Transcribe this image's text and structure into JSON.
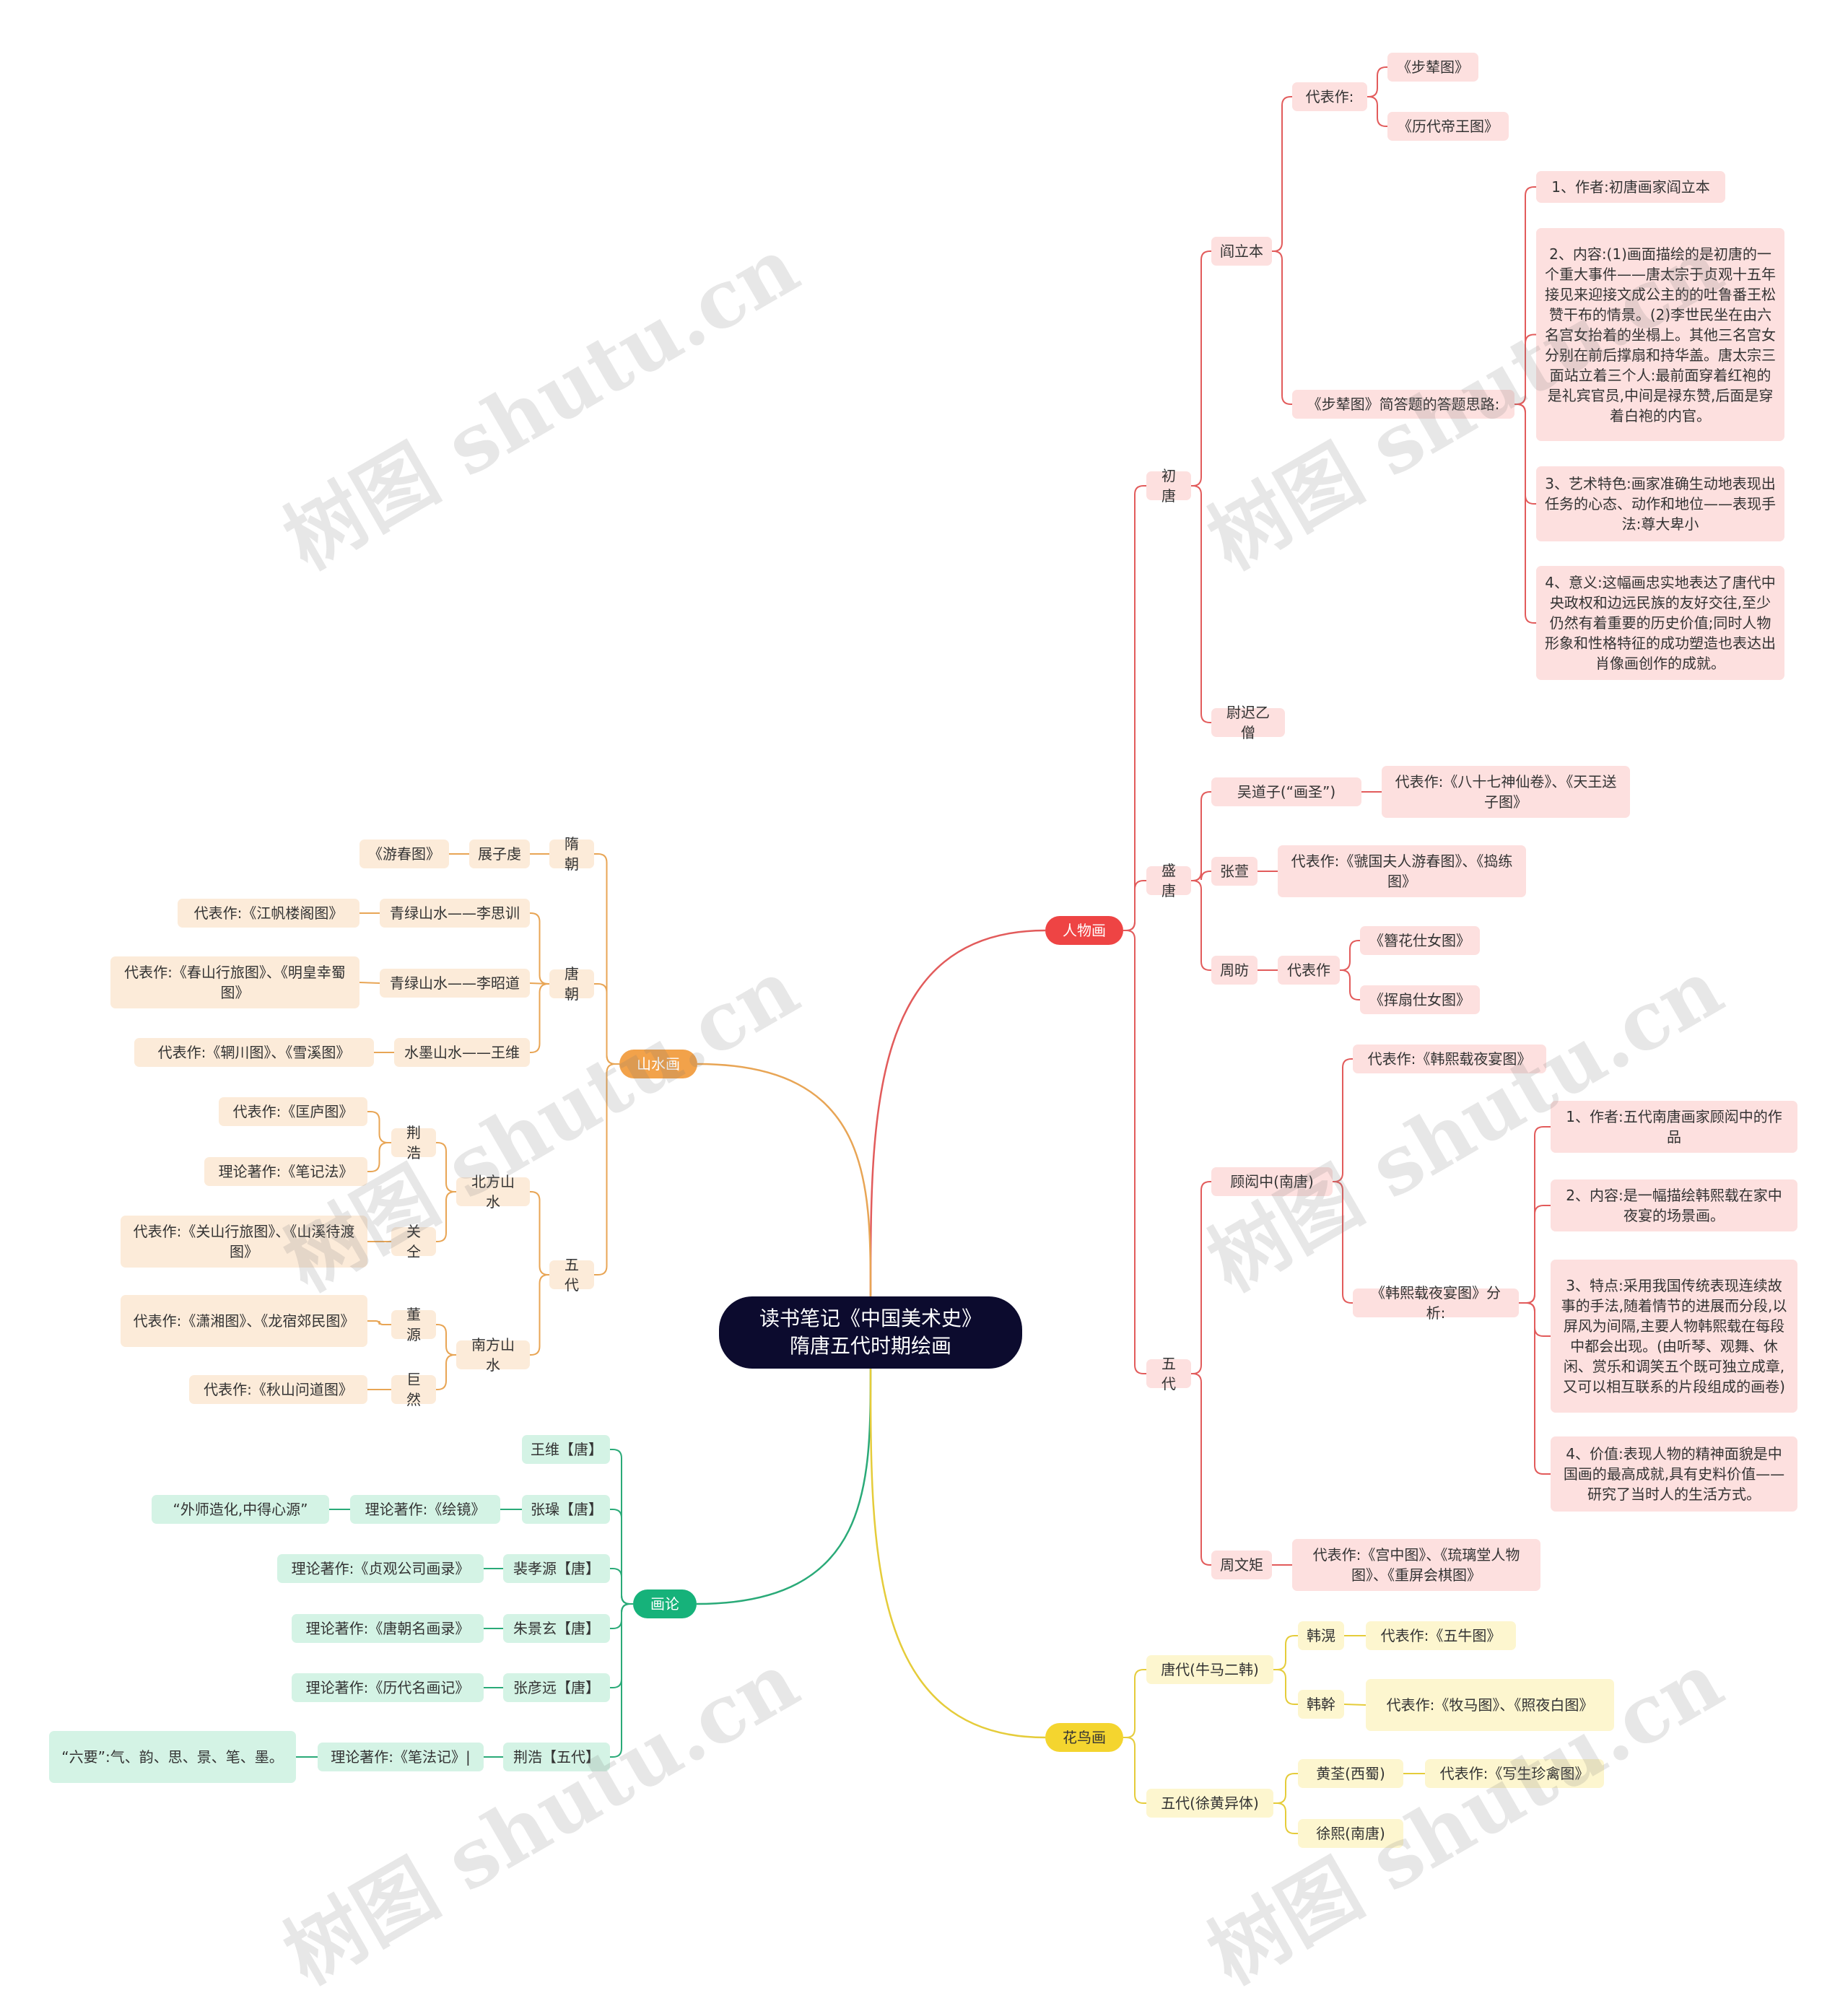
{
  "center": "读书笔记《中国美术史》\n隋唐五代时期绘画",
  "watermark": "树图 shutu.cn",
  "colors": {
    "red": "#e25b5b",
    "orange": "#e8a555",
    "green": "#2aaa78",
    "yellow": "#e5cc3a",
    "center": "#0c0b2e"
  },
  "branches": {
    "renwu": "人物画",
    "shanshui": "山水画",
    "hualun": "画论",
    "huaniao": "花鸟画"
  },
  "renwu": {
    "chutang": "初唐",
    "yanliben": "阎立本",
    "daibiaozuo": "代表作:",
    "bunian": "《步辇图》",
    "lidai": "《历代帝王图》",
    "jianda": "《步辇图》简答题的答题思路:",
    "p1": "1、作者:初唐画家阎立本",
    "p2": "2、内容:(1)画面描绘的是初唐的一个重大事件——唐太宗于贞观十五年接见来迎接文成公主的的吐鲁番王松赞干布的情景。(2)李世民坐在由六名宫女抬着的坐榻上。其他三名宫女分别在前后撑扇和持华盖。唐太宗三面站立着三个人:最前面穿着红袍的是礼宾官员,中间是禄东赞,后面是穿着白袍的内官。",
    "p3": "3、艺术特色:画家准确生动地表现出任务的心态、动作和地位——表现手法:尊大卑小",
    "p4": "4、意义:这幅画忠实地表达了唐代中央政权和边远民族的友好交往,至少仍然有着重要的历史价值;同时人物形象和性格特征的成功塑造也表达出肖像画创作的成就。",
    "yuchi": "尉迟乙僧",
    "shengtang": "盛唐",
    "wudaozi": "吴道子(“画圣”)",
    "wudaozi_works": "代表作:《八十七神仙卷》、《天王送子图》",
    "zhangxuan": "张萱",
    "zhangxuan_works": "代表作:《虢国夫人游春图》、《捣练图》",
    "zhoufang": "周昉",
    "zhoufang_dbz": "代表作",
    "zanhua": "《簪花仕女图》",
    "huishan": "《挥扇仕女图》",
    "wudai": "五代",
    "guhongzhong": "顾闳中(南唐)",
    "ghz_works": "代表作:《韩熙载夜宴图》",
    "hanxizai": "《韩熙载夜宴图》分析:",
    "h1": "1、作者:五代南唐画家顾闳中的作品",
    "h2": "2、内容:是一幅描绘韩熙载在家中夜宴的场景画。",
    "h3": "3、特点:采用我国传统表现连续故事的手法,随着情节的进展而分段,以屏风为间隔,主要人物韩熙载在每段中都会出现。(由听琴、观舞、休闲、赏乐和调笑五个既可独立成章,又可以相互联系的片段组成的画卷)",
    "h4": "4、价值:表现人物的精神面貌是中国画的最高成就,具有史料价值——研究了当时人的生活方式。",
    "zhouwenju": "周文矩",
    "zwj_works": "代表作:《宫中图》、《琉璃堂人物图》、《重屏会棋图》"
  },
  "shanshui": {
    "suichao": "隋朝",
    "zhanziqian": "展子虔",
    "youchun": "《游春图》",
    "tangchao": "唐朝",
    "lisixun": "青绿山水——李思训",
    "lsx_works": "代表作:《江帆楼阁图》",
    "lizhaodao": "青绿山水——李昭道",
    "lzd_works": "代表作:《春山行旅图》、《明皇幸蜀图》",
    "wangwei": "水墨山水——王维",
    "ww_works": "代表作:《辋川图》、《雪溪图》",
    "wudai": "五代",
    "beifang": "北方山水",
    "jinghao": "荆浩",
    "jh_works": "代表作:《匡庐图》",
    "jh_theory": "理论著作:《笔记法》",
    "guantong": "关仝",
    "gt_works": "代表作:《关山行旅图》、《山溪待渡图》",
    "nanfang": "南方山水",
    "dongyuan": "董源",
    "dy_works": "代表作:《潇湘图》、《龙宿郊民图》",
    "juran": "巨然",
    "jr_works": "代表作:《秋山问道图》"
  },
  "hualun": {
    "wangwei": "王维【唐】",
    "zhangzao": "张璪【唐】",
    "zz_theory": "理论著作:《绘镜》",
    "zz_quote": "“外师造化,中得心源”",
    "peixiaoyuan": "裴孝源【唐】",
    "pxy_theory": "理论著作:《贞观公司画录》",
    "zhujingxuan": "朱景玄【唐】",
    "zjx_theory": "理论著作:《唐朝名画录》",
    "zhangyanyuan": "张彦远【唐】",
    "zyy_theory": "理论著作:《历代名画记》",
    "jinghao": "荆浩【五代】",
    "jh_theory": "理论著作:《笔法记》|",
    "jh_quote": "“六要”:气、韵、思、景、笔、墨。"
  },
  "huaniao": {
    "tangdai": "唐代(牛马二韩)",
    "hanhuang": "韩滉",
    "hh_works": "代表作:《五牛图》",
    "hangan": "韩幹",
    "hg_works": "代表作:《牧马图》、《照夜白图》",
    "wudai": "五代(徐黄异体)",
    "huangquan": "黄荃(西蜀)",
    "hq_works": "代表作:《写生珍禽图》",
    "xuxi": "徐熙(南唐)"
  }
}
